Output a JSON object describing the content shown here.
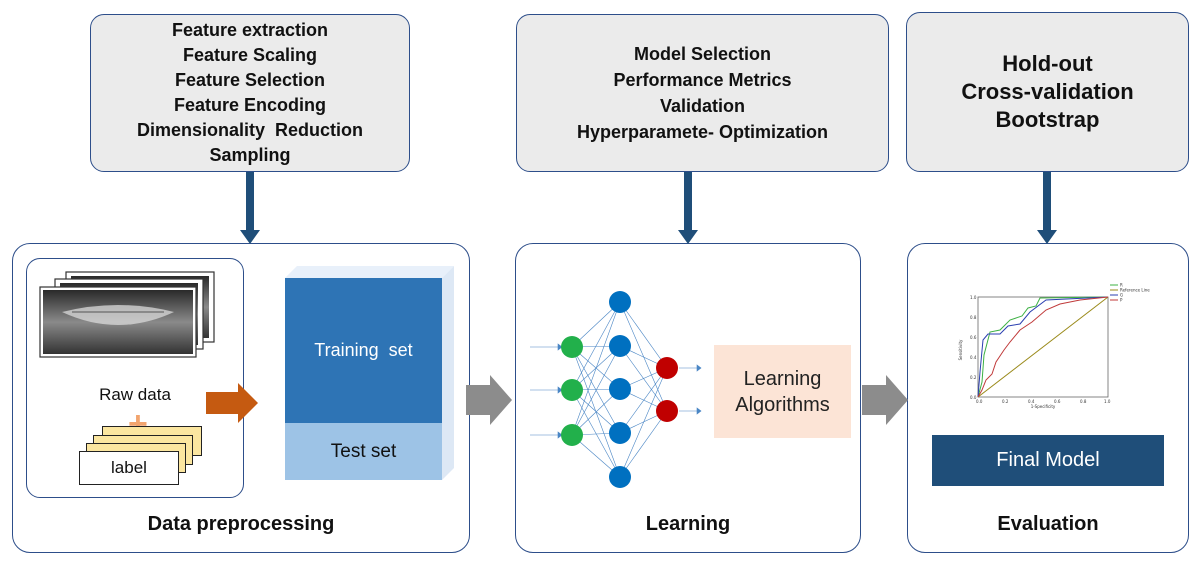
{
  "feature_box": {
    "lines": [
      "Feature extraction",
      "Feature Scaling",
      "Feature Selection",
      "Feature Encoding",
      "Dimensionality  Reduction",
      "Sampling"
    ]
  },
  "model_box": {
    "lines": [
      "Model Selection",
      "Performance Metrics",
      "Validation",
      "Hyperparamete- Optimization"
    ]
  },
  "eval_box": {
    "lines": [
      "Hold-out",
      "Cross-validation",
      "Bootstrap"
    ]
  },
  "preprocessing": {
    "title": "Data preprocessing",
    "raw_data_label": "Raw data",
    "plus_symbol": "+",
    "label_text": "label",
    "training_set": "Training  set",
    "test_set": "Test set"
  },
  "learning": {
    "title": "Learning",
    "algorithms_line1": "Learning",
    "algorithms_line2": "Algorithms"
  },
  "evaluation": {
    "title": "Evaluation",
    "final_model": "Final Model",
    "roc_ylabel": "Sensitivity",
    "roc_xlabel": "1-Specificity",
    "roc_legend": [
      "R",
      "Reference Line",
      "G",
      "P"
    ]
  },
  "colors": {
    "border": "#2d4e8a",
    "arrow_dark": "#1f4e79",
    "arrow_orange": "#c55a11",
    "arrow_gray": "#8c8c8c",
    "neuron_green": "#22b04b",
    "neuron_blue": "#0070c0",
    "neuron_red": "#c00000"
  }
}
